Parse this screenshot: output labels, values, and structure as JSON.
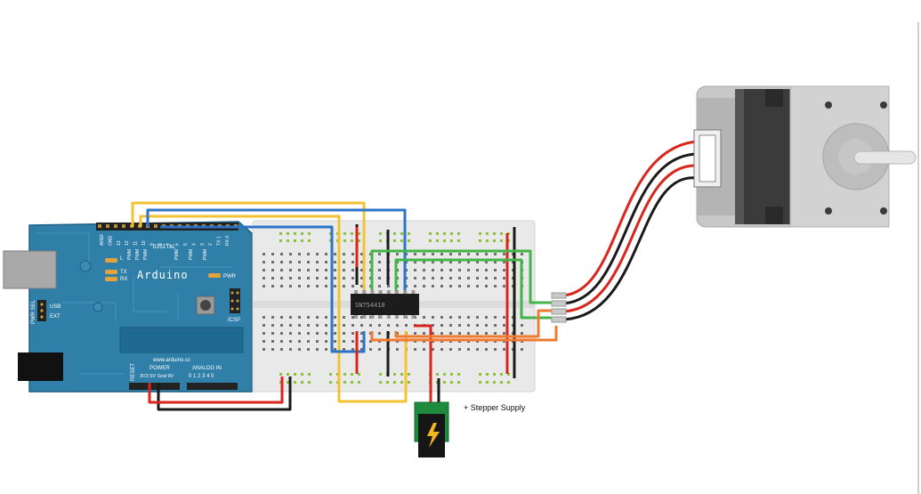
{
  "arduino": {
    "brand": "Arduino",
    "website": "www.arduino.cc",
    "header_top_labels": [
      "AREF",
      "GND",
      "13",
      "12",
      "11",
      "10",
      "9",
      "8",
      "7",
      "6",
      "5",
      "4",
      "3",
      "2",
      "TX 1",
      "RX 0"
    ],
    "digital_label": "DIGITAL",
    "pwm_label": "PWM",
    "led_l": "L",
    "led_tx": "TX",
    "led_rx": "RX",
    "pwr_label": "PWR",
    "pwr_sel": "PWR SEL",
    "usb_label": "USB",
    "ext_label": "EXT",
    "icsp_label": "ICSP",
    "reset_label": "RESET",
    "power_label": "POWER",
    "power_pins": "3V3  5V  Gnd  9V",
    "analog_label": "ANALOG IN",
    "analog_pins": "0 1 2 3 4 5",
    "colors": {
      "board": "#2f7fa9",
      "board_dark": "#1f6a93",
      "header": "#222222"
    }
  },
  "chip": {
    "label": "SN754410",
    "color": "#1c1c1c"
  },
  "supply": {
    "label": "+ Stepper Supply",
    "jack_color": "#1d8a3e",
    "bolt_color": "#f2b620"
  },
  "breadboard": {
    "color": "#e9e9e9",
    "rail_color": "#8ac43f"
  },
  "motor": {
    "body": "#c9c9c9",
    "core": "#3b3b3b"
  },
  "wires": {
    "red": "#d9261c",
    "black": "#1a1a1a",
    "yellow": "#f2c230",
    "blue": "#2d73c8",
    "green": "#43b548",
    "orange": "#f07a30"
  }
}
